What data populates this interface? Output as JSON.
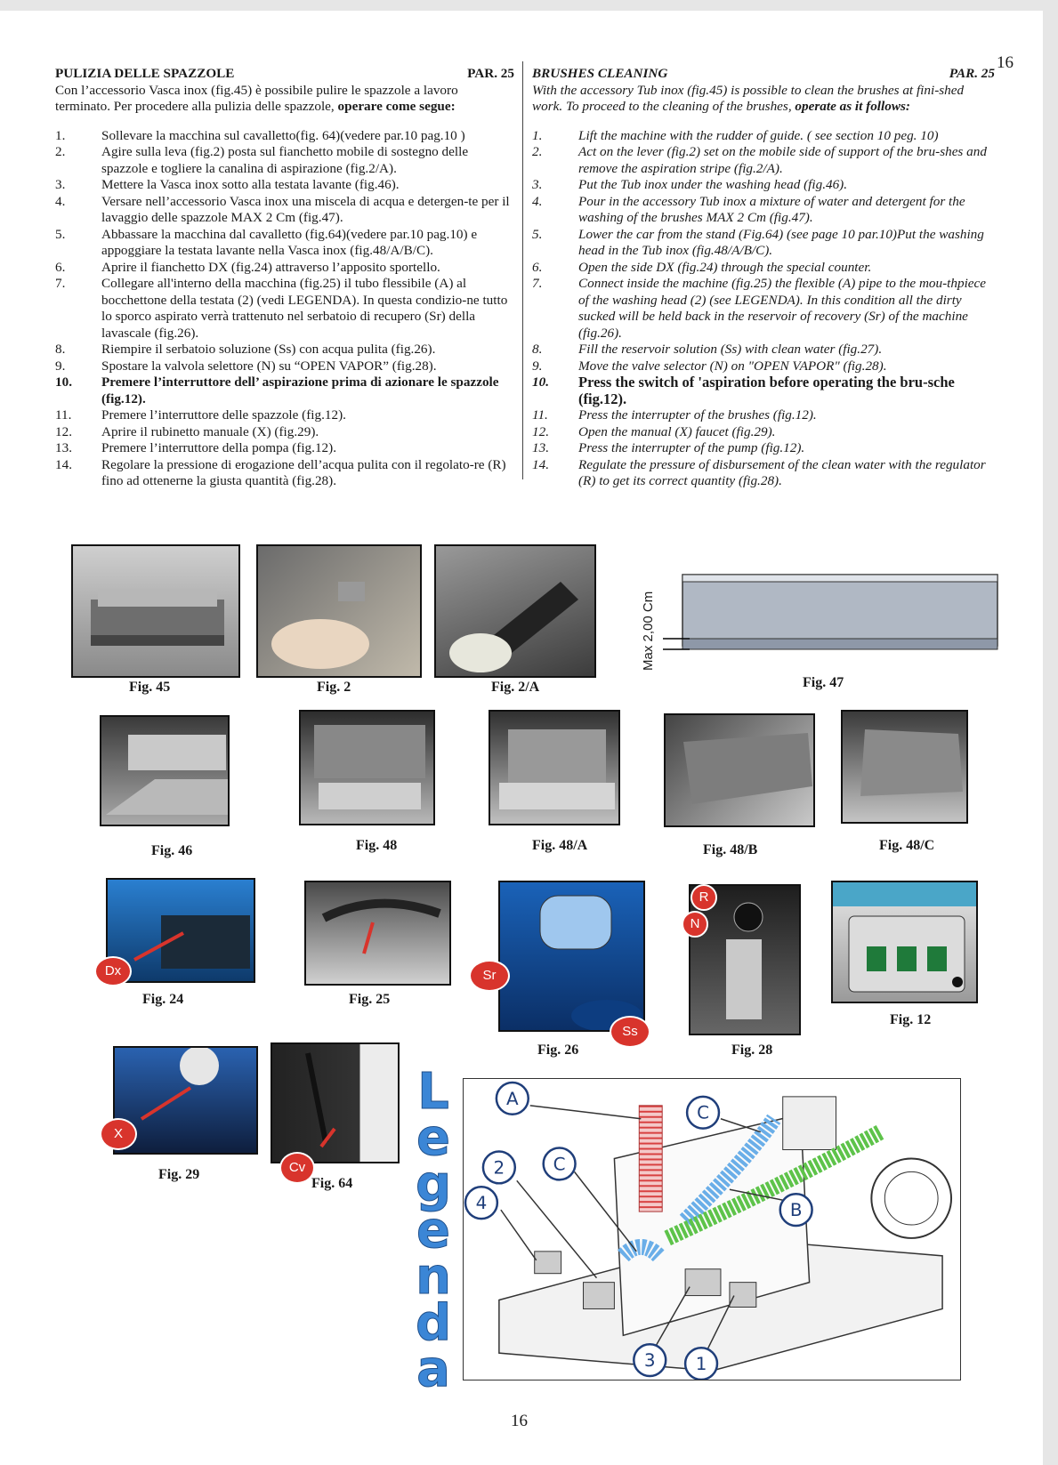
{
  "page_number_top": "16",
  "page_number_bottom": "16",
  "italian": {
    "title": "PULIZIA DELLE SPAZZOLE",
    "par": "PAR. 25",
    "intro": "Con l’accessorio Vasca inox (fig.45) è possibile pulire le spazzole a lavoro terminato. Per procedere alla pulizia delle spazzole, ",
    "intro_bold": "operare come segue:",
    "steps": [
      {
        "n": "1.",
        "t": "Sollevare la macchina sul cavalletto(fig. 64)(vedere par.10 pag.10 )"
      },
      {
        "n": "2.",
        "t": "Agire sulla leva (fig.2) posta sul fianchetto mobile di sostegno delle spazzole e togliere la canalina di aspirazione (fig.2/A)."
      },
      {
        "n": "3.",
        "t": "Mettere la Vasca inox sotto alla testata lavante (fig.46)."
      },
      {
        "n": "4.",
        "t": "Versare nell’accessorio Vasca inox una miscela di acqua e detergen-te per il lavaggio delle spazzole MAX 2 Cm (fig.47)."
      },
      {
        "n": "5.",
        "t": "Abbassare la macchina dal cavalletto (fig.64)(vedere par.10 pag.10) e appoggiare la testata lavante nella Vasca inox (fig.48/A/B/C)."
      },
      {
        "n": "6.",
        "t": "Aprire il fianchetto DX (fig.24) attraverso l’apposito sportello."
      },
      {
        "n": "7.",
        "t": "Collegare all'interno della macchina (fig.25) il tubo flessibile (A) al bocchettone della testata (2) (vedi LEGENDA). In questa condizio-ne tutto lo sporco aspirato verrà trattenuto nel serbatoio di recupero (Sr) della lavascale (fig.26)."
      },
      {
        "n": "8.",
        "t": "Riempire il serbatoio soluzione (Ss) con acqua pulita (fig.26)."
      },
      {
        "n": "9.",
        "t": "Spostare la valvola selettore (N) su “OPEN VAPOR” (fig.28)."
      },
      {
        "n": "10.",
        "t": "Premere l’interruttore dell’ aspirazione prima di azionare le spazzole (fig.12).",
        "b": true
      },
      {
        "n": "11.",
        "t": "Premere l’interruttore delle spazzole (fig.12)."
      },
      {
        "n": "12.",
        "t": "Aprire il rubinetto manuale (X) (fig.29)."
      },
      {
        "n": "13.",
        "t": "Premere l’interruttore della pompa (fig.12)."
      },
      {
        "n": "14.",
        "t": "Regolare la pressione di erogazione dell’acqua pulita con il regolato-re (R) fino ad ottenerne la giusta quantità (fig.28)."
      }
    ]
  },
  "english": {
    "title": "BRUSHES CLEANING",
    "par": "PAR. 25",
    "intro": "With the accessory Tub inox (fig.45) is possible to clean the brushes at fini-shed work. To proceed to the cleaning of the brushes, ",
    "intro_bold": "operate as it follows:",
    "steps": [
      {
        "n": "1.",
        "t": "Lift the machine with the rudder of guide. ( see section 10 peg. 10)"
      },
      {
        "n": "2.",
        "t": "Act on the lever (fig.2) set on the mobile side of support of the bru-shes and remove the aspiration stripe (fig.2/A)."
      },
      {
        "n": "3.",
        "t": "Put the Tub inox under the washing head (fig.46)."
      },
      {
        "n": "4.",
        "t": "Pour in the accessory Tub inox a mixture of water and detergent for the washing of the brushes MAX 2 Cm (fig.47)."
      },
      {
        "n": "5.",
        "t": "Lower the car from the stand (Fig.64) (see page 10 par.10)Put the washing head in the Tub inox (fig.48/A/B/C)."
      },
      {
        "n": "6.",
        "t": "Open the side DX (fig.24) through the special counter."
      },
      {
        "n": "7.",
        "t": "Connect inside the machine (fig.25) the flexible (A) pipe to the mou-thpiece of the washing head (2) (see LEGENDA). In this condition all the dirty sucked will be held back in the reservoir of recovery (Sr) of the machine (fig.26)."
      },
      {
        "n": "8.",
        "t": "Fill the reservoir solution (Ss) with clean water (fig.27)."
      },
      {
        "n": "9.",
        "t": "Move the valve selector (N) on \"OPEN VAPOR\" (fig.28)."
      },
      {
        "n": "10.",
        "t": "Press the switch of 'aspiration before operating the bru-sche (fig.12).",
        "b": true
      },
      {
        "n": "11.",
        "t": "Press the interrupter of the brushes (fig.12)."
      },
      {
        "n": "12.",
        "t": "Open the manual (X) faucet (fig.29)."
      },
      {
        "n": "13.",
        "t": "Press the interrupter of the pump (fig.12)."
      },
      {
        "n": "14.",
        "t": "Regulate the pressure of disbursement of the clean water with the regulator (R) to get its correct quantity (fig.28)."
      }
    ]
  },
  "captions": {
    "fig45": "Fig. 45",
    "fig2": "Fig. 2",
    "fig2a": "Fig. 2/A",
    "fig47": "Fig. 47",
    "fig46": "Fig. 46",
    "fig48": "Fig. 48",
    "fig48a": "Fig. 48/A",
    "fig48b": "Fig. 48/B",
    "fig48c": "Fig. 48/C",
    "fig24": "Fig. 24",
    "fig25": "Fig. 25",
    "fig26": "Fig. 26",
    "fig28": "Fig. 28",
    "fig12": "Fig. 12",
    "fig29": "Fig. 29",
    "fig64": "Fig. 64"
  },
  "fig47_label": "Max 2,00 Cm",
  "photo_labels": {
    "dx": "Dx",
    "sr": "Sr",
    "ss": "Ss",
    "r": "R",
    "n": "N",
    "x": "X",
    "cv": "Cv"
  },
  "legenda_letters": [
    "L",
    "e",
    "g",
    "e",
    "n",
    "d",
    "a"
  ],
  "diagram_labels": {
    "a": "A",
    "c1": "C",
    "c2": "C",
    "b": "B",
    "n2": "2",
    "n4": "4",
    "n3": "3",
    "n1": "1"
  }
}
